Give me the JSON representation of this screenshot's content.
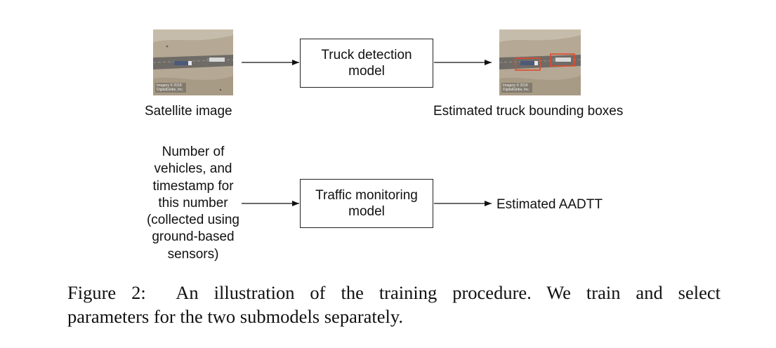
{
  "top_row": {
    "input_label": "Satellite image",
    "model_label": "Truck detection model",
    "output_label": "Estimated truck bounding boxes",
    "watermark": "Imagery © 2018 DigitalGlobe, Inc."
  },
  "bottom_row": {
    "input_lines": [
      "Number of",
      "vehicles, and",
      "timestamp for",
      "this number",
      "(collected using",
      "ground-based",
      "sensors)"
    ],
    "model_label": "Traffic monitoring model",
    "output_label": "Estimated AADTT"
  },
  "caption": {
    "prefix": "Figure 2:",
    "text_line1": "An illustration of the training procedure.  We train and select",
    "text_line2": "parameters for the two submodels separately."
  },
  "colors": {
    "bounding_box": "#e2492c",
    "stroke": "#222222"
  }
}
